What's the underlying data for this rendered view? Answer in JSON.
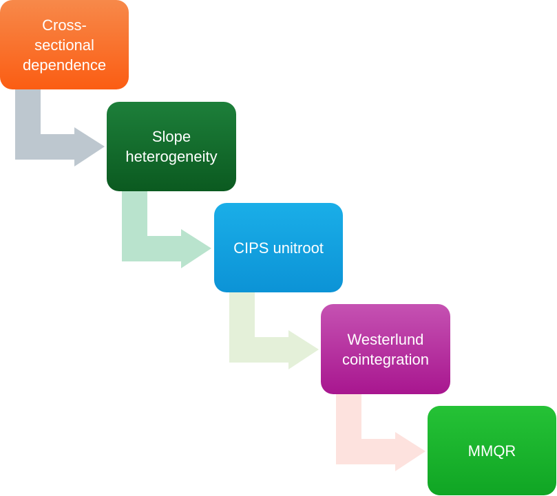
{
  "diagram": {
    "steps": [
      {
        "label": "Cross-\nsectional\ndependence",
        "color": "#fb6a21"
      },
      {
        "label": "Slope\nheterogeneity",
        "color": "#0f6a2a"
      },
      {
        "label": "CIPS unitroot",
        "color": "#16a3e2"
      },
      {
        "label": "Westerlund\ncointegration",
        "color": "#b6259e"
      },
      {
        "label": "MMQR",
        "color": "#18b42c"
      }
    ],
    "connector_colors": [
      "#bdc7cf",
      "#b9e3cd",
      "#e4f0d9",
      "#fde2de"
    ]
  }
}
